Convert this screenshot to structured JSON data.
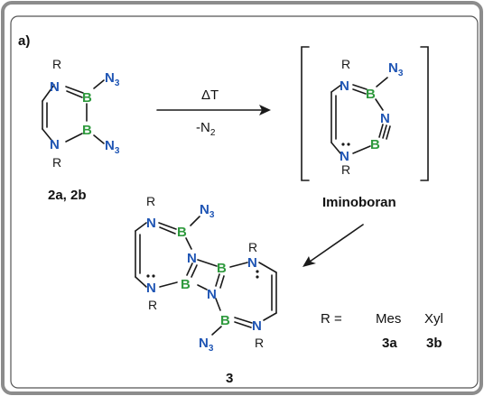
{
  "panel_label": "a)",
  "atoms": {
    "N": "N",
    "B": "B",
    "R": "R",
    "N3_main": "N",
    "N3_sub": "3"
  },
  "reaction": {
    "heat": "ΔT",
    "byproduct_prefix": "-N",
    "byproduct_sub": "2"
  },
  "labels": {
    "starting": "2a, 2b",
    "intermediate": "Iminoboran",
    "product": "3"
  },
  "table": {
    "r_label": "R =",
    "substituents": [
      "Mes",
      "Xyl"
    ],
    "compounds": [
      "3a",
      "3b"
    ]
  },
  "colors": {
    "nitrogen": "#1f55b4",
    "boron": "#2f9a3e",
    "frame": "#8c8c8c",
    "frame_accent": "#555555"
  }
}
